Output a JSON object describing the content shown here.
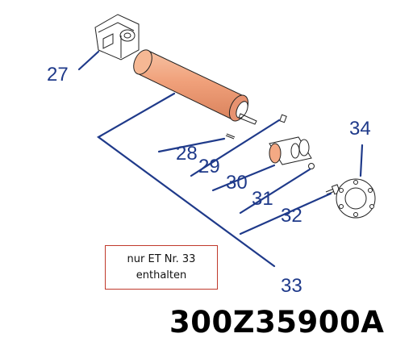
{
  "callouts": {
    "c27": "27",
    "c28": "28",
    "c29": "29",
    "c30": "30",
    "c31": "31",
    "c32": "32",
    "c33": "33",
    "c34": "34"
  },
  "note": {
    "line1": "nur ET Nr. 33",
    "line2": "enthalten"
  },
  "part_number": "300Z35900A",
  "colors": {
    "callout_blue": "#1f3a8a",
    "roller_orange": "#f0a07a",
    "note_border": "#c0392b"
  }
}
